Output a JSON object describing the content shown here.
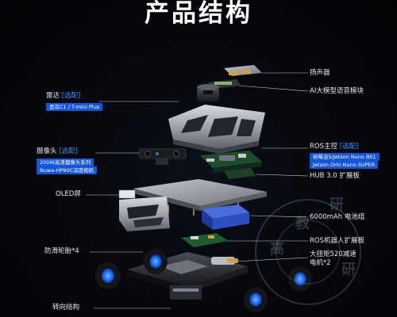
{
  "title": "产品结构",
  "labels": {
    "speaker": "扬声器",
    "ai_voice": "AI大模型语音模块",
    "lidar": "雷达",
    "lidar_tag": "[选配]",
    "lidar_badge": "思岚C1 / T-mini Plus",
    "camera": "摄像头",
    "camera_tag": "[选配]",
    "camera_badge_1": "200W高清摄像头系列",
    "camera_badge_2": "Nuwa-HP60C深度相机",
    "oled": "OLED屏",
    "ros_main": "ROS主控",
    "ros_main_tag": "[选配]",
    "ros_badge_1": "树莓派5/Jetson Nano B01",
    "ros_badge_2": "Jetson Orin Nano SUPER",
    "hub": "HUB 3.0 扩展板",
    "battery": "6000mAh 电池组",
    "ros_board": "ROS机器人扩展板",
    "motor_1": "大扭矩520减速",
    "motor_2": "电机*2",
    "tire": "防滑轮胎*4",
    "steering": "转向结构"
  },
  "watermark": [
    "研",
    "教",
    "高",
    "研"
  ],
  "colors": {
    "accent": "#3a8bff",
    "badge": "#1456d4",
    "wheel_hub": "#1e6fff",
    "battery": "#2c4fc0"
  }
}
